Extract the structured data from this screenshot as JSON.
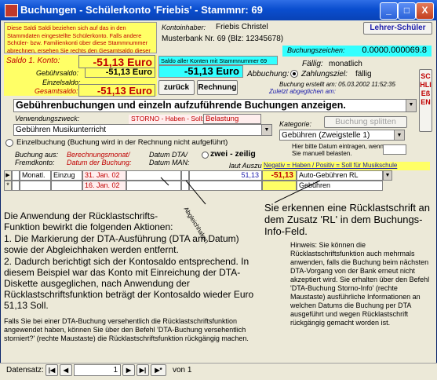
{
  "window": {
    "title": "Buchungen - Schülerkonto 'Friebis' - Stammnr: 69",
    "minimize": "_",
    "maximize": "□",
    "close": "X"
  },
  "info_box": "Diese Saldi Saldi beziehen sich auf das in den Stammdaten eingestellte Schülerkonto. Falls andere Schüler- bzw. Familienkonti über diese Stammnummer abrechnen, ersehen Sie rechts den Gesamtsaldo dieser Stammnummer (69)",
  "kontoinhaber": {
    "label": "Kontoinhaber:",
    "value": "Friebis Christel",
    "bank": "Musterbank Nr. 69 (Blz: 12345678)"
  },
  "lehrer_button": "Lehrer-Schüler",
  "buchungszeichen": {
    "label": "Buchungszeichen:",
    "value": "0.0000.000069.8"
  },
  "saldo": {
    "saldo1_label": "Saldo 1. Konto:",
    "saldo1_value": "-51,13 Euro",
    "gebuehren_label": "Gebührsaldo:",
    "gebuehren_value": "-51,13 Euro",
    "einzel_label": "Einzelsaldo:",
    "gesamt_label": "Gesamtsaldo:",
    "gesamt_value": "-51,13 Euro",
    "alle_label": "Saldo aller Konten mit Stammnummer 69",
    "alle_value": "-51,13 Euro"
  },
  "buttons": {
    "zurueck": "zurück",
    "rechnung": "Rechnung",
    "schliessen": "SCHLIEßEN",
    "split": "Buchung splitten"
  },
  "abbuchung": {
    "label": "Abbuchung:",
    "faellig_label": "Fällig:",
    "faellig_value": "monatlich",
    "zahlungsziel_label": "Zahlungsziel:",
    "zahlungsziel_value": "fällig",
    "erstellt": "Buchung erstellt am: 05.03.2002 11:52:35",
    "abgeglichen": "Zuletzt abgeglichen am:"
  },
  "main_combo": "Gebührenbuchungen und einzeln aufzuführende Buchungen anzeigen.",
  "verwendung": {
    "label": "Verwendungszweck:",
    "value": "Gebühren Musikunterricht"
  },
  "storno": {
    "label": "STORNO - Haben - Soll:",
    "value": "Belastung"
  },
  "kategorie": {
    "label": "Kategorie:",
    "value": "Gebühren (Zweigstelle 1)"
  },
  "einzelbuchung": "Einzelbuchung (Buchung wird in der Rechnung nicht aufgeführt)",
  "zweizeilig": "zwei - zeilig",
  "datum_hint": "Hier bitte Datum eintragen, wenn Sie manuell belasten.",
  "columns": {
    "buchung_aus": "Buchung aus: Fremdkonto:",
    "berechnung": "Berechnungsmonat/ Datum der Buchung:",
    "datum_dta": "Datum DTA/ Datum MAN:",
    "laut_auszug": "laut Auszug:",
    "negativ": "Negativ = Haben / Positiv = Soll für Musikschule"
  },
  "rows": [
    {
      "typ": "Monatl.",
      "art": "Einzug",
      "datum": "31. Jan. 02",
      "betrag": "51,13",
      "betrag2": "-51,13",
      "info": "Auto-Gebühren RL"
    },
    {
      "typ": "",
      "art": "",
      "datum": "16. Jan. 02",
      "betrag": "",
      "betrag2": "",
      "info": "Gebühren"
    }
  ],
  "abgleich_label": "Abgleichhaken",
  "notes": {
    "left_title": "Die Anwendung der Rücklastschrifts-Funktion bewirkt die folgenden Aktionen:",
    "left_item1": "1. Die Markierung der DTA-Ausführung (DTA am Datum) sowie der Abgleichhaken werden entfernt.",
    "left_item2": "2. Dadurch berichtigt sich der Kontosaldo entsprechend. In diesem Beispiel war das Konto mit Einreichung der DTA-Diskette ausgeglichen, nach Anwendung der Rücklastschriftsfunktion beträgt der Kontosaldo wieder Euro 51,13 Soll.",
    "left_small": "Falls Sie bei einer DTA-Buchung versehentlich die Rücklastschriftsfunktion angewendet haben, können Sie über den Befehl 'DTA-Buchung versehentlich storniert?' (rechte Maustaste) die Rücklastschriftsfunktion rückgängig machen.",
    "right_big": "Sie erkennen eine Rücklastschrift an dem Zusatz 'RL' in dem Buchungs-Info-Feld.",
    "right_small": "Hinweis: Sie können die Rücklastschriftsfunktion auch mehrmals anwenden, falls die Buchung beim nächsten DTA-Vorgang von der Bank erneut nicht akzeptiert wird. Sie erhalten über den Befehl 'DTA-Buchung Storno-Info' (rechte Maustaste) ausführliche Informationen an welchen Datums die Buchung per DTA ausgeführt und wegen Rücklastschrift rückgängig gemacht worden ist."
  },
  "nav": {
    "label": "Datensatz:",
    "current": "1",
    "total_label": "von 1"
  }
}
